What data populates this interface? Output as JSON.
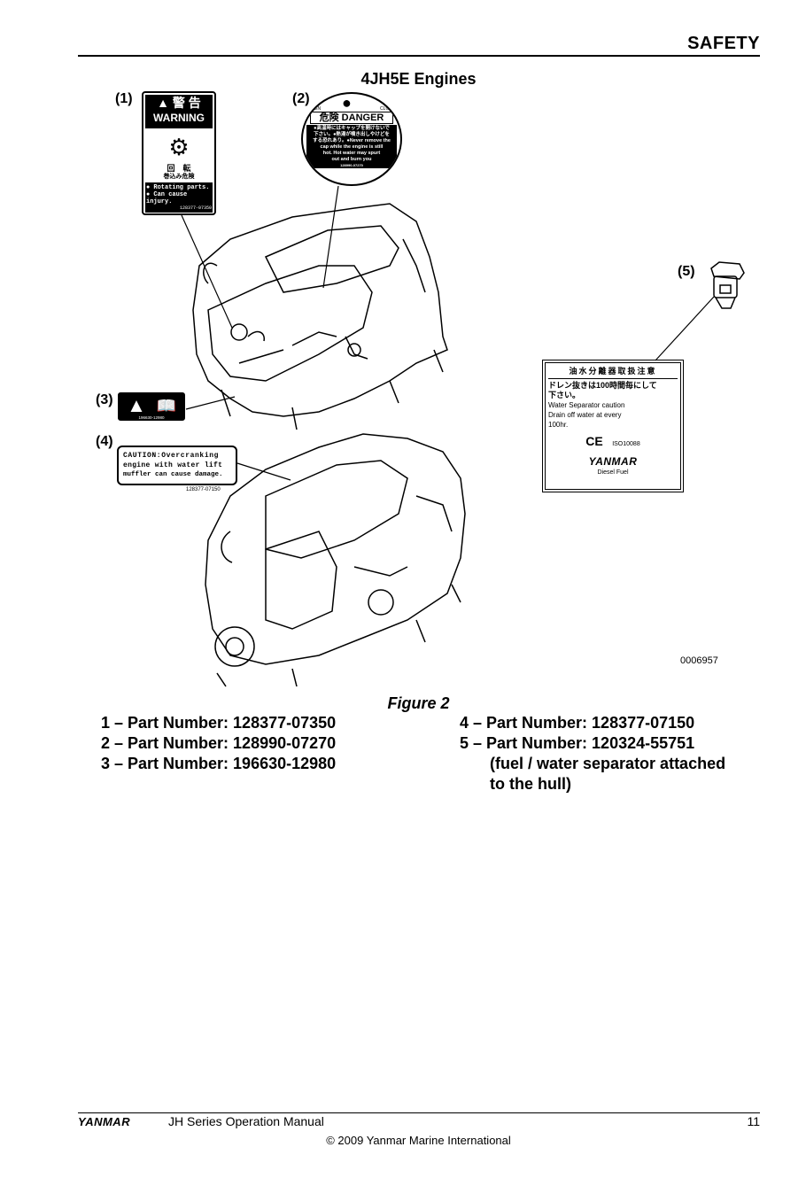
{
  "header": {
    "section_title": "SAFETY"
  },
  "figure": {
    "heading": "4JH5E Engines",
    "number_label": "Figure 2",
    "image_code": "0006957",
    "callouts": [
      "(1)",
      "(2)",
      "(3)",
      "(4)",
      "(5)"
    ]
  },
  "labels": {
    "warning": {
      "jp_title": "警 告",
      "title": "WARNING",
      "jp_text1": "回　転",
      "jp_text2": "巻込み危険",
      "line1": "● Rotating parts.",
      "line2": "● Can cause injury.",
      "part": "128377-07350"
    },
    "danger": {
      "open": "OPEN",
      "close": "CLOSE",
      "title": "危険 DANGER",
      "jp_line1": "●高温時にはキャップを開けないで",
      "jp_line2": "下さい。●熱湯が噴き出しやけどを",
      "jp_line3": "する恐れあり。●Never remove the",
      "line4": "cap while the engine is still",
      "line5": "hot. Hot water may spurt",
      "line6": "out and burn you",
      "part": "128990-07270"
    },
    "manual": {
      "part": "196630-12980"
    },
    "caution": {
      "line1": "CAUTION:Overcranking",
      "line2": "engine with water lift",
      "line3": "muffler can cause damage.",
      "part": "128377-07150"
    },
    "separator": {
      "jp_title": "油水分離器取扱注意",
      "jp_line1": "ドレン抜きは100時間毎にして",
      "jp_line2": "下さい。",
      "line1": "Water Separator caution",
      "line2": "Drain off water at every",
      "line3": "100hr.",
      "ce": "CE",
      "iso": "ISO10088",
      "brand": "YANMAR",
      "fuel": "Diesel Fuel"
    }
  },
  "legend": {
    "left": [
      "1 – Part Number: 128377-07350",
      "2 – Part Number: 128990-07270",
      "3 – Part Number: 196630-12980"
    ],
    "right": [
      "4 – Part Number: 128377-07150",
      "5 – Part Number: 120324-55751",
      "(fuel / water separator attached",
      "to the hull)"
    ]
  },
  "footer": {
    "brand": "YANMAR",
    "manual": "JH Series Operation Manual",
    "page": "11",
    "copyright": "© 2009 Yanmar Marine International"
  }
}
